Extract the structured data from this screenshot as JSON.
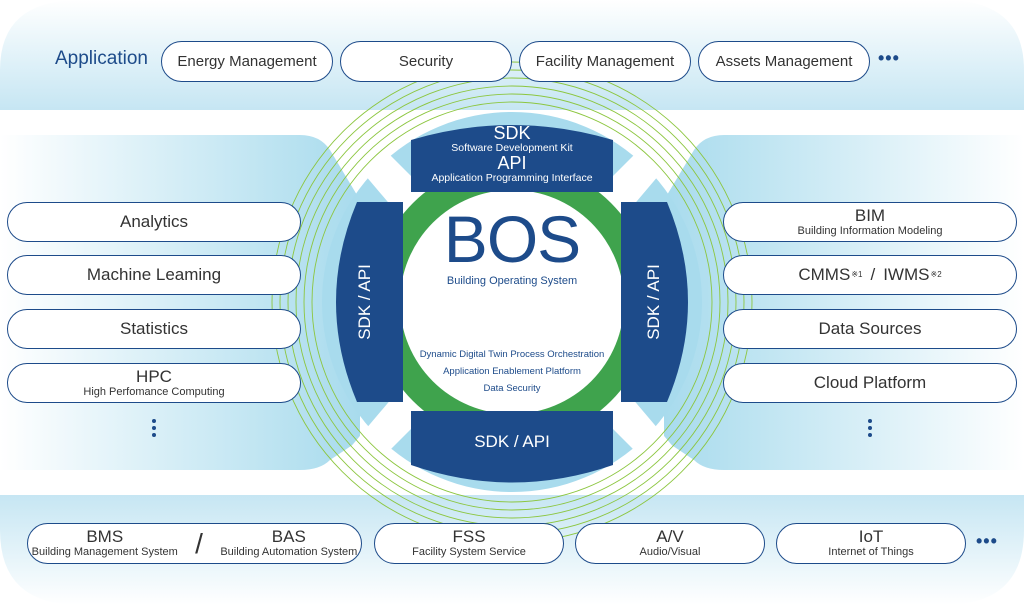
{
  "colors": {
    "navy": "#1d4b8a",
    "green": "#3fa34d",
    "light_blue": "#a8dbed",
    "ring_line": "#8cc63f",
    "text": "#333333"
  },
  "application_row": {
    "label": "Application",
    "items": [
      {
        "label": "Energy Management"
      },
      {
        "label": "Security"
      },
      {
        "label": "Facility Management"
      },
      {
        "label": "Assets Management"
      }
    ],
    "more": "•••"
  },
  "left_column": {
    "items": [
      {
        "label": "Analytics",
        "sub": ""
      },
      {
        "label": "Machine Leaming",
        "sub": ""
      },
      {
        "label": "Statistics",
        "sub": ""
      },
      {
        "label": "HPC",
        "sub": "High Perfomance Computing"
      }
    ],
    "more": "vertical-ellipsis"
  },
  "right_column": {
    "items": [
      {
        "label": "BIM",
        "sub": "Building Information Modeling"
      },
      {
        "label": "CMMS",
        "sup": "※1",
        "separator": "/",
        "label2": "IWMS",
        "sup2": "※2"
      },
      {
        "label": "Data Sources",
        "sub": ""
      },
      {
        "label": "Cloud Platform",
        "sub": ""
      }
    ],
    "more": "vertical-ellipsis"
  },
  "center": {
    "top_block": {
      "line1": "SDK",
      "line2": "Software Development Kit",
      "line3": "API",
      "line4": "Application Programming Interface"
    },
    "left_block": "SDK / API",
    "right_block": "SDK / API",
    "bottom_block": "SDK / API",
    "title": "BOS",
    "subtitle": "Building Operating System",
    "features": [
      "Dynamic Digital Twin Process Orchestration",
      "Application Enablement Platform",
      "Data Security"
    ]
  },
  "bottom_row": {
    "items": [
      {
        "label": "BMS",
        "sub": "Building Management System",
        "separator": "/",
        "label2": "BAS",
        "sub2": "Building Automation System"
      },
      {
        "label": "FSS",
        "sub": "Facility System Service"
      },
      {
        "label": "A/V",
        "sub": "Audio/Visual"
      },
      {
        "label": "IoT",
        "sub": "Internet of Things"
      }
    ],
    "more": "•••"
  }
}
